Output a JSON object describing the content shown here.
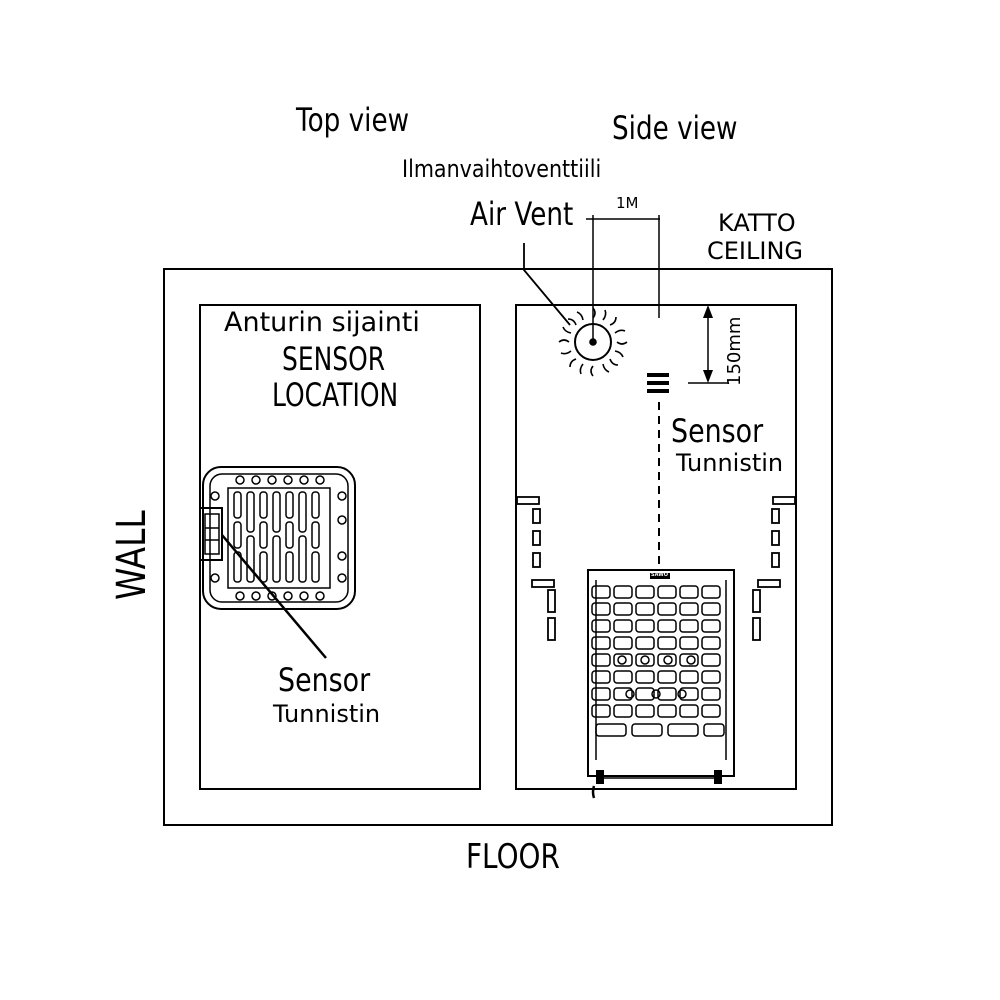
{
  "labels": {
    "top_view": "Top view",
    "side_view": "Side view",
    "air_vent_fi": "Ilmanvaihtoventtiili",
    "air_vent_en": "Air Vent",
    "dimension_1m": "1M",
    "ceiling_fi": "KATTO",
    "ceiling_en": "CEILING",
    "sensor_location_fi": "Anturin sijainti",
    "sensor_location_en_1": "SENSOR",
    "sensor_location_en_2": "LOCATION",
    "dimension_150": "150mm",
    "sensor_side_en": "Sensor",
    "sensor_side_fi": "Tunnistin",
    "sensor_top_en": "Sensor",
    "sensor_top_fi": "Tunnistin",
    "wall": "WALL",
    "floor": "FLOOR",
    "heater_brand": "SAWO"
  },
  "colors": {
    "line": "#000000",
    "background": "#ffffff"
  }
}
